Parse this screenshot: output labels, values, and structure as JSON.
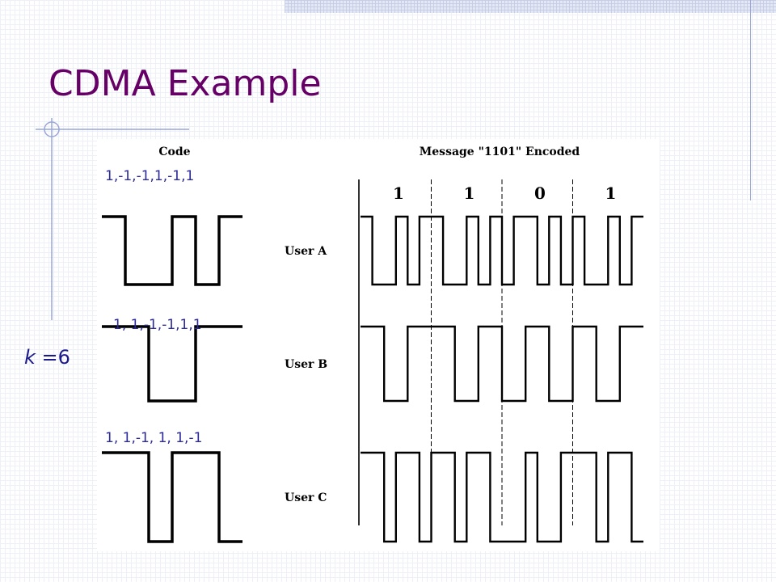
{
  "slide": {
    "title": "CDMA Example",
    "k_var": "k",
    "k_value": " =6"
  },
  "figure": {
    "code_header": "Code",
    "message_header": "Message \"1101\" Encoded",
    "message_bits": [
      "1",
      "1",
      "0",
      "1"
    ],
    "users": [
      {
        "label": "User A",
        "code_text": "1,-1,-1,1,-1,1",
        "code": [
          1,
          -1,
          -1,
          1,
          -1,
          1
        ]
      },
      {
        "label": "User B",
        "code_text": "1, 1,-1,-1,1,1",
        "code": [
          1,
          1,
          -1,
          -1,
          1,
          1
        ]
      },
      {
        "label": "User C",
        "code_text": "1, 1,-1, 1, 1,-1",
        "code": [
          1,
          1,
          -1,
          1,
          1,
          -1
        ]
      }
    ]
  },
  "colors": {
    "title": "#660066",
    "annotation": "#2a2a9a",
    "waveform": "#000000"
  }
}
